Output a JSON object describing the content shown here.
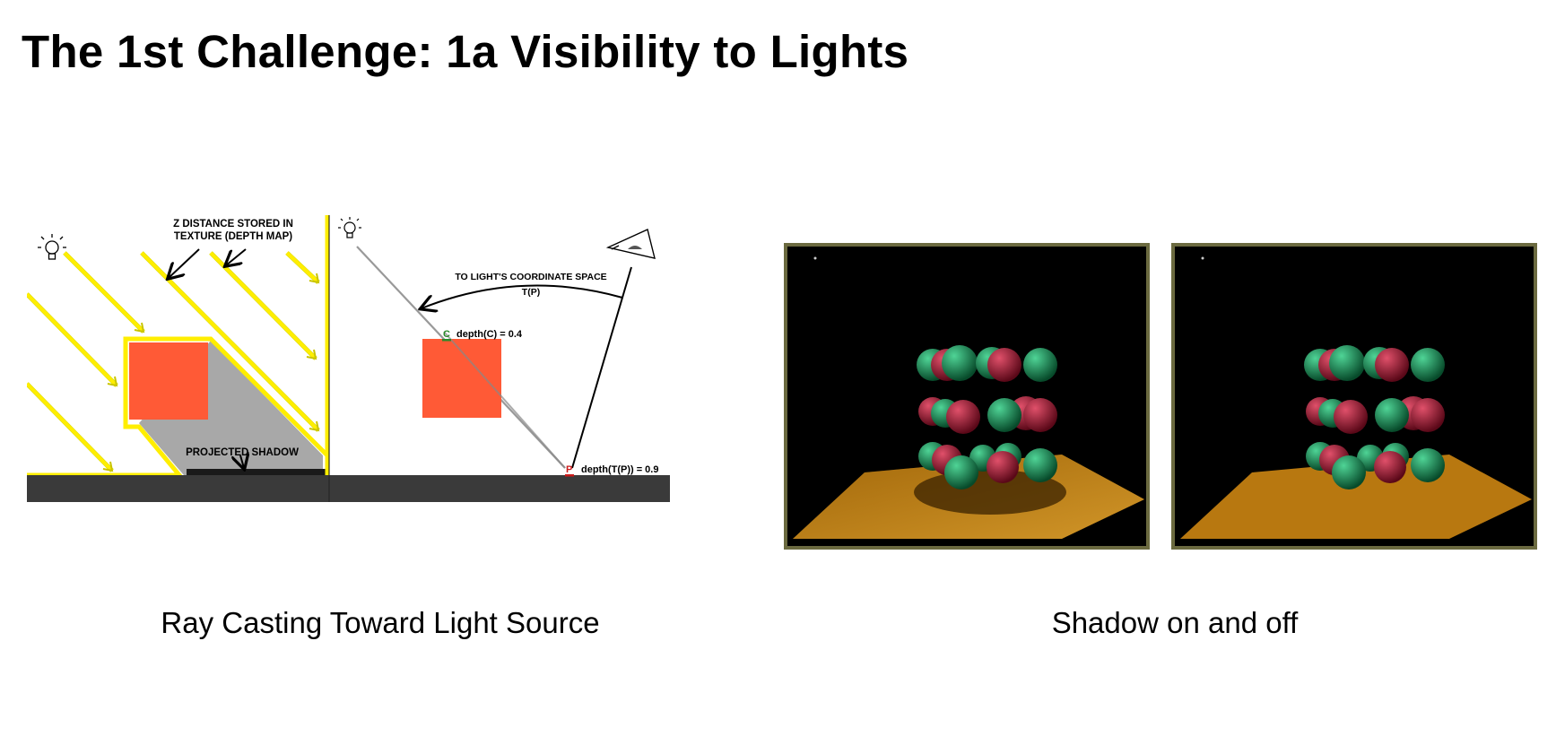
{
  "slide": {
    "title": "The 1st Challenge: 1a Visibility to Lights"
  },
  "left_figure": {
    "z_distance_label_line1": "Z DISTANCE STORED IN",
    "z_distance_label_line2": "TEXTURE (DEPTH MAP)",
    "projected_shadow_label": "PROJECTED SHADOW",
    "to_light_label": "TO LIGHT'S COORDINATE SPACE",
    "transform_label": "T(P)",
    "point_c": "C",
    "depth_c_label": "depth(C) = 0.4",
    "point_p": "P",
    "depth_tp_label": "depth(T(P)) = 0.9",
    "caption": "Ray Casting Toward Light Source"
  },
  "right_figure": {
    "caption": "Shadow on and off"
  },
  "colors": {
    "yellow": "#ffee00",
    "box": "#ff5a36",
    "ground": "#3a3a3a",
    "shadow_gray": "#a8a8a8",
    "sphere_red": "#8a1028",
    "sphere_green": "#117a4a",
    "floor": "#b87810"
  }
}
